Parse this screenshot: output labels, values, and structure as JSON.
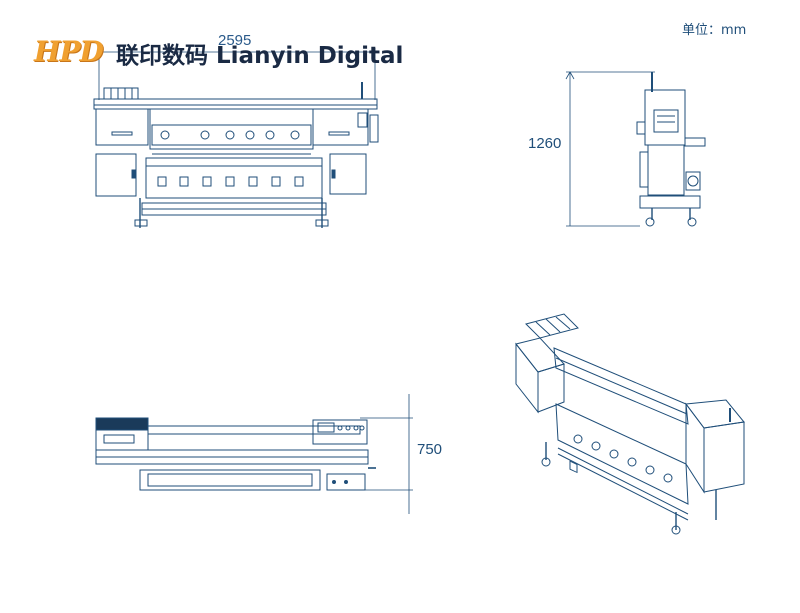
{
  "unit_label": "单位：mm",
  "logo": {
    "mark": "HPD",
    "text": "联印数码 Lianyin Digital"
  },
  "dimensions": {
    "width": "2595",
    "height": "1260",
    "depth": "750"
  },
  "colors": {
    "line": "#1f4e79",
    "logo_orange": "#f0a030",
    "logo_text": "#1a2a44"
  }
}
